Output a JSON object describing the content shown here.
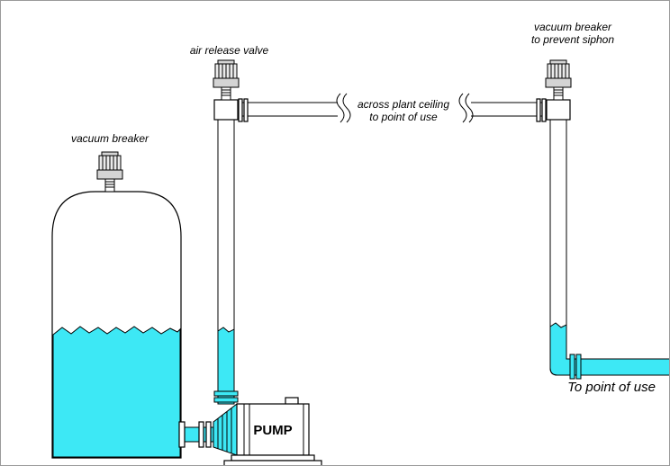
{
  "diagram": {
    "tank": {
      "breaker_label": "vacuum breaker"
    },
    "air_valve": {
      "label": "air release valve"
    },
    "ceiling": {
      "label_line1": "across plant ceiling",
      "label_line2": "to point of use"
    },
    "right_breaker": {
      "label_line1": "vacuum breaker",
      "label_line2": "to prevent siphon"
    },
    "pump": {
      "label": "PUMP"
    },
    "outlet": {
      "label": "To point of use"
    }
  },
  "colors": {
    "liquid": "#3DE8F5",
    "line": "#000000",
    "valve-band": "#D4D4D4",
    "valve-cap": "#EBEBEB",
    "background": "#FFFFFF"
  }
}
